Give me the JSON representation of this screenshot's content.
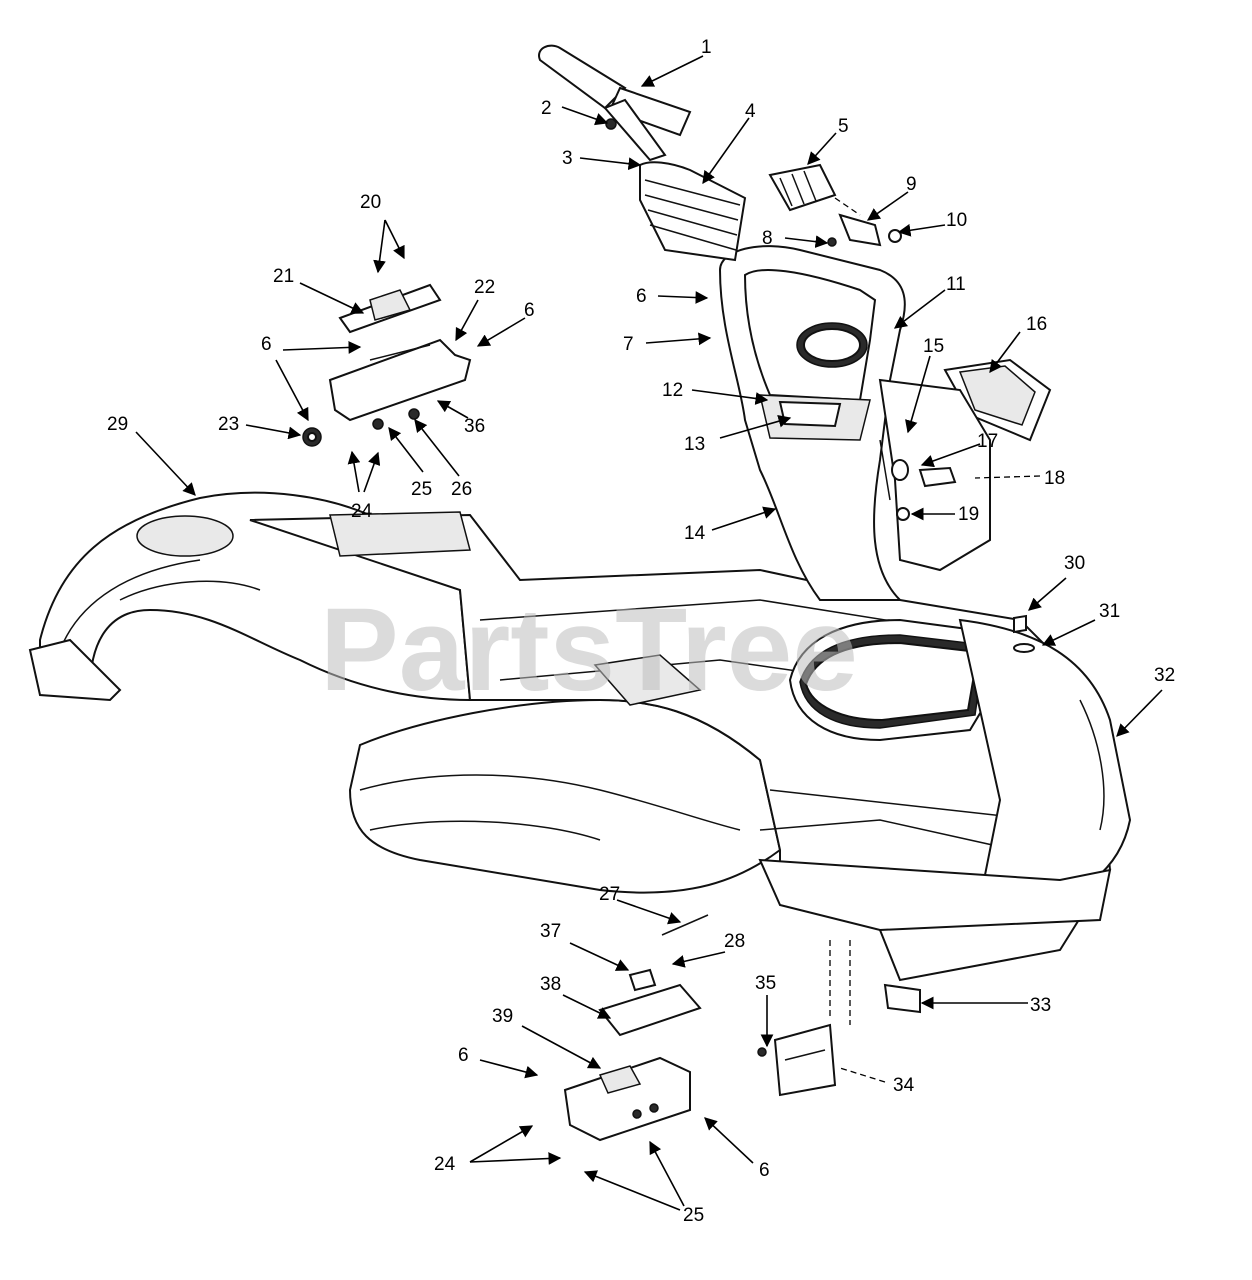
{
  "watermark": "PartsTree",
  "colors": {
    "line": "#111111",
    "watermark": "#bdbdbd",
    "background": "#ffffff"
  },
  "callouts": {
    "c1": "1",
    "c2": "2",
    "c3": "3",
    "c4": "4",
    "c5": "5",
    "c6": "6",
    "c7": "7",
    "c8": "8",
    "c9": "9",
    "c10": "10",
    "c11": "11",
    "c12": "12",
    "c13": "13",
    "c14": "14",
    "c15": "15",
    "c16": "16",
    "c17": "17",
    "c18": "18",
    "c19": "19",
    "c20": "20",
    "c21": "21",
    "c22": "22",
    "c23": "23",
    "c24": "24",
    "c25": "25",
    "c26": "26",
    "c27": "27",
    "c28": "28",
    "c29": "29",
    "c30": "30",
    "c31": "31",
    "c32": "32",
    "c33": "33",
    "c34": "34",
    "c35": "35",
    "c36": "36",
    "c37": "37",
    "c38": "38",
    "c39": "39"
  }
}
